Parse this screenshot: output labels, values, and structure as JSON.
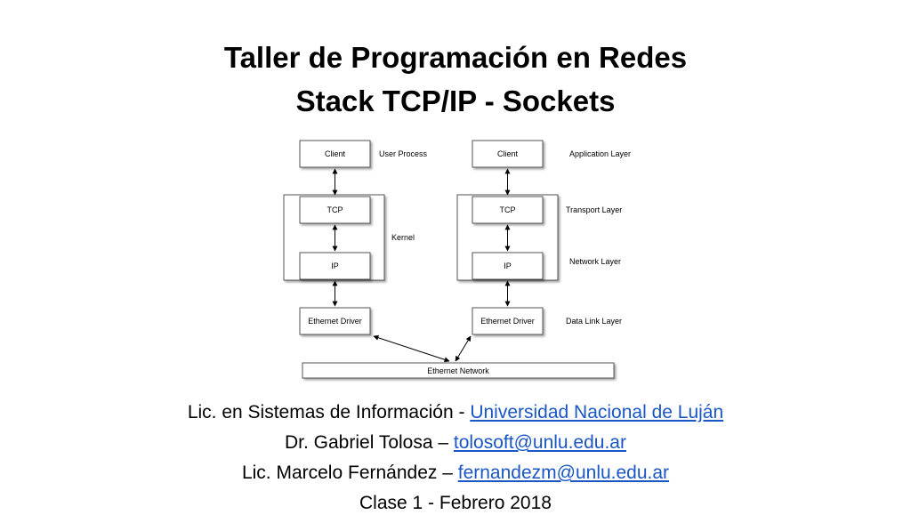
{
  "slide": {
    "title_line1": "Taller de Programación en Redes",
    "title_line2": "Stack TCP/IP - Sockets"
  },
  "diagram": {
    "left_stack": {
      "client": "Client",
      "tcp": "TCP",
      "ip": "IP",
      "driver": "Ethernet Driver"
    },
    "right_stack": {
      "client": "Client",
      "tcp": "TCP",
      "ip": "IP",
      "driver": "Ethernet Driver"
    },
    "labels": {
      "user_process": "User Process",
      "kernel": "Kernel",
      "application_layer": "Application Layer",
      "transport_layer": "Transport Layer",
      "network_layer": "Network Layer",
      "data_link_layer": "Data Link Layer"
    },
    "network": "Ethernet Network"
  },
  "footer": {
    "line1_prefix": "Lic. en Sistemas de Información - ",
    "line1_link": "Universidad Nacional de Luján",
    "line2_prefix": "Dr. Gabriel Tolosa – ",
    "line2_link": "tolosoft@unlu.edu.ar",
    "line3_prefix": "Lic. Marcelo Fernández – ",
    "line3_link": "fernandezm@unlu.edu.ar",
    "line4": "Clase 1 - Febrero 2018"
  }
}
